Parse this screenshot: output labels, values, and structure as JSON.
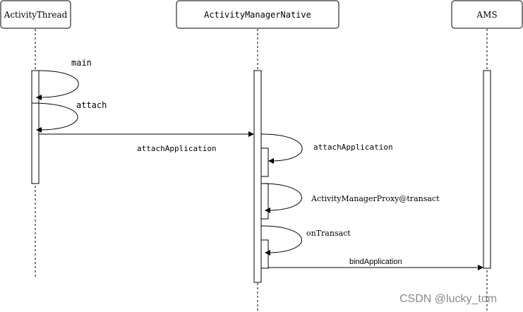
{
  "participants": {
    "activity_thread": "ActivityThread",
    "activity_manager_native": "ActivityManagerNative",
    "ams": "AMS"
  },
  "messages": {
    "main": "main",
    "attach": "attach",
    "attach_application_call": "attachApplication",
    "attach_application_self": "attachApplication",
    "proxy_transact": "ActivityManagerProxy@transact",
    "on_transact": "onTransact",
    "bind_application": "bindApplication"
  },
  "watermark": "CSDN @lucky_tom",
  "colors": {
    "line": "#000000",
    "background": "#ffffff",
    "watermark": "#8a8a8a"
  }
}
